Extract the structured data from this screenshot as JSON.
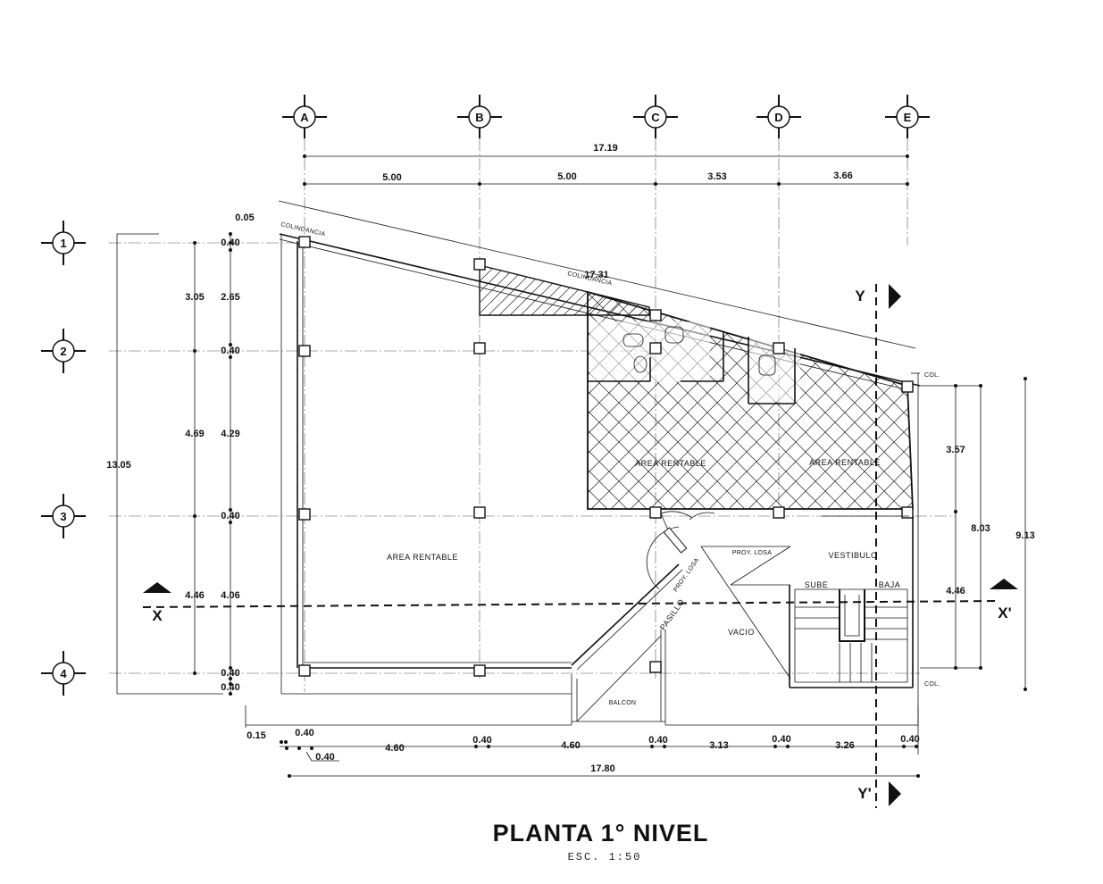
{
  "title": "PLANTA 1° NIVEL",
  "scale": "ESC.  1:50",
  "grid_cols": [
    "A",
    "B",
    "C",
    "D",
    "E"
  ],
  "grid_rows": [
    "1",
    "2",
    "3",
    "4"
  ],
  "section_marks": {
    "x": "X",
    "x_prime": "X'",
    "y": "Y",
    "y_prime": "Y'"
  },
  "top_dims": {
    "total": "17.19",
    "spans": [
      "5.00",
      "5.00",
      "3.53",
      "3.66"
    ]
  },
  "diag_dim": "17.31",
  "left_dims": {
    "total": "13.05",
    "outer": [
      "3.05",
      "4.69",
      "4.46"
    ],
    "inner": [
      "0.05",
      "0.40",
      "2.65",
      "0.40",
      "4.29",
      "0.40",
      "4.06",
      "0.40",
      "0.40"
    ]
  },
  "right_dims": {
    "a": "3.57",
    "b": "4.46",
    "c": "8.03",
    "d": "9.13"
  },
  "bottom_dims": {
    "total": "17.80",
    "items": [
      "0.15",
      "0.40",
      "0.40",
      "4.60",
      "0.40",
      "4.60",
      "0.40",
      "3.13",
      "0.40",
      "3.26",
      "0.40"
    ]
  },
  "labels": {
    "colindancia_1": "COLINDANCIA",
    "colindancia_2": "COLINDANCIA",
    "area_rentable_1": "AREA RENTABLE",
    "area_rentable_2": "AREA RENTABLE",
    "area_rentable_3": "AREA RENTABLE",
    "vestibulo": "VESTIBULO",
    "sube": "SUBE",
    "baja": "BAJA",
    "proy_losa_1": "PROY. LOSA",
    "proy_losa_2": "PROY. LOSA",
    "pasillo": "PASILLO",
    "vacio": "VACIO",
    "balcon": "BALCON",
    "col_1": "COL.",
    "col_2": "COL."
  }
}
